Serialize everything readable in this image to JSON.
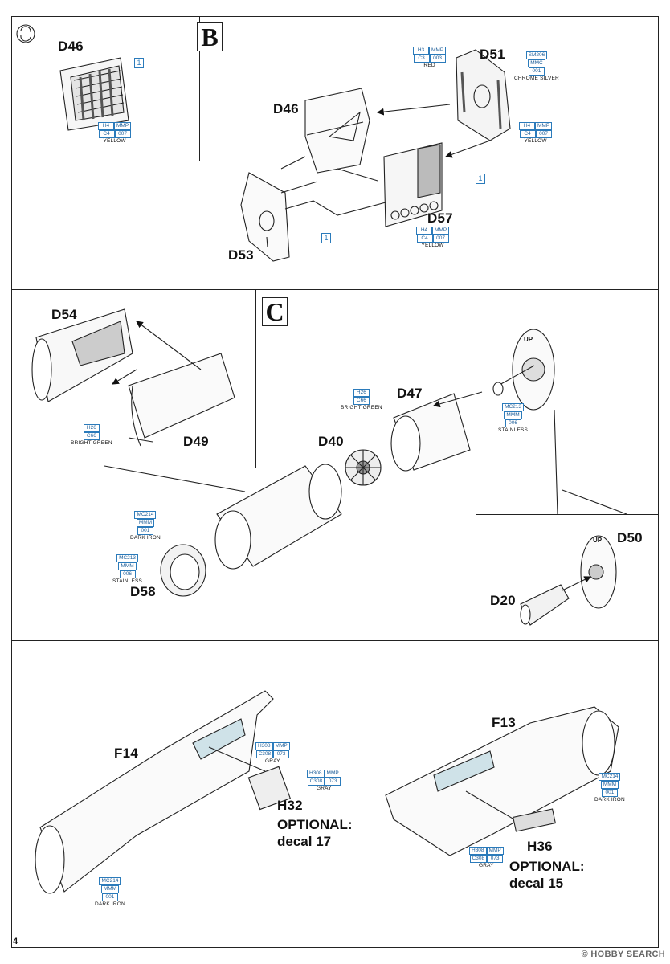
{
  "steps": {
    "b": "B",
    "c": "C"
  },
  "page_number": "4",
  "watermark": "© HOBBY SEARCH",
  "parts": {
    "d46_inset": "D46",
    "d46": "D46",
    "d51": "D51",
    "d53": "D53",
    "d57": "D57",
    "d54": "D54",
    "d49": "D49",
    "d47": "D47",
    "d40": "D40",
    "d58": "D58",
    "d50": "D50",
    "d20": "D20",
    "f14": "F14",
    "f13": "F13",
    "h32": "H32",
    "h36": "H36"
  },
  "refs": {
    "one": "1"
  },
  "colors": {
    "h4_yellow": {
      "a": "H4",
      "b": "MMP",
      "c": "C4",
      "d": "007",
      "name": "YELLOW"
    },
    "h3_red": {
      "a": "H3",
      "b": "MMP",
      "c": "C3",
      "d": "003",
      "name": "RED"
    },
    "sm206": {
      "a": "SM206",
      "b": "MMC",
      "c": "001",
      "name": "CHROME SILVER"
    },
    "h26": {
      "a": "H26",
      "b": "C66",
      "name": "BRIGHT GREEN"
    },
    "mc213": {
      "a": "MC213",
      "b": "MMM",
      "c": "006",
      "name": "STAINLESS"
    },
    "mc214": {
      "a": "MC214",
      "b": "MMM",
      "c": "001",
      "name": "DARK IRON"
    },
    "h308": {
      "a": "H308",
      "b": "MMP",
      "c": "C308",
      "d": "073",
      "name": "GRAY"
    }
  },
  "optional": {
    "h32_title": "OPTIONAL:",
    "h32_decal": "decal 17",
    "h36_title": "OPTIONAL:",
    "h36_decal": "decal 15"
  },
  "up_mark": "UP"
}
